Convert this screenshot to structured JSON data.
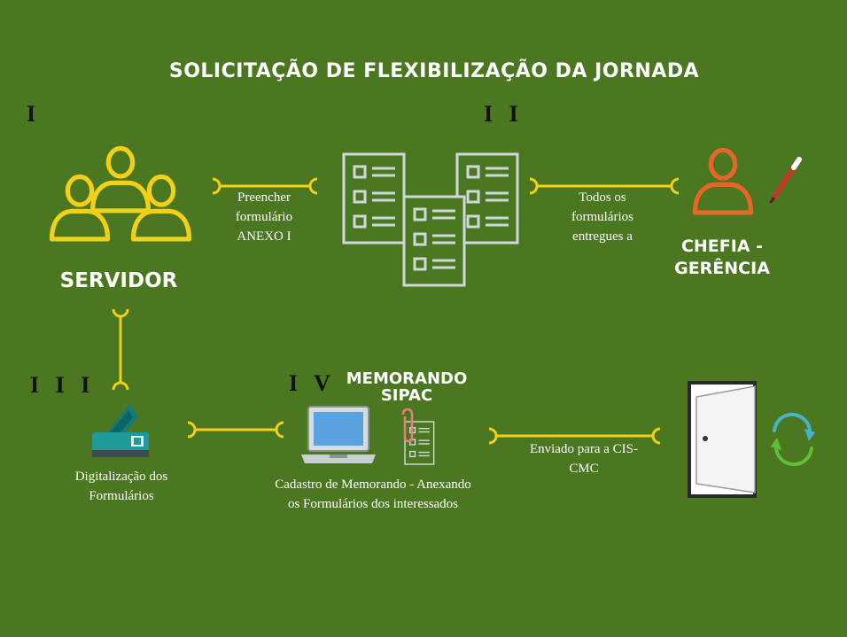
{
  "title": "SOLICITAÇÃO DE FLEXIBILIZAÇÃO DA JORNADA",
  "steps": {
    "step1": {
      "numeral": "I",
      "actor": "SERVIDOR",
      "icon": "people-group-icon"
    },
    "step2": {
      "numeral": "I I",
      "actor": "CHEFIA - GERÊNCIA",
      "icon": "person-icon"
    },
    "step3": {
      "numeral": "I I I",
      "caption": "Digitalização dos Formulários",
      "icon": "scanner-icon"
    },
    "step4": {
      "numeral": "I V",
      "heading": "MEMORANDO SIPAC",
      "caption": "Cadastro de Memorando - Anexando os Formulários dos interessados",
      "icon": "laptop-icon"
    }
  },
  "connectors": {
    "fill_form": "Preencher formulário ANEXO I",
    "forms_delivered": "Todos os formulários entregues a",
    "sent_to": "Enviado para a CIS-CMC"
  },
  "colors": {
    "background": "#4a771f",
    "accent_yellow": "#f2cf18",
    "person_orange": "#e8652a",
    "document_outline": "#cfd8dc",
    "text": "#ffffff",
    "numeral": "#111111"
  },
  "icons": [
    "people-group-icon",
    "documents-icon",
    "person-icon",
    "pen-icon",
    "scanner-icon",
    "laptop-icon",
    "paperclip-memo-icon",
    "door-icon",
    "refresh-cycle-icon"
  ]
}
